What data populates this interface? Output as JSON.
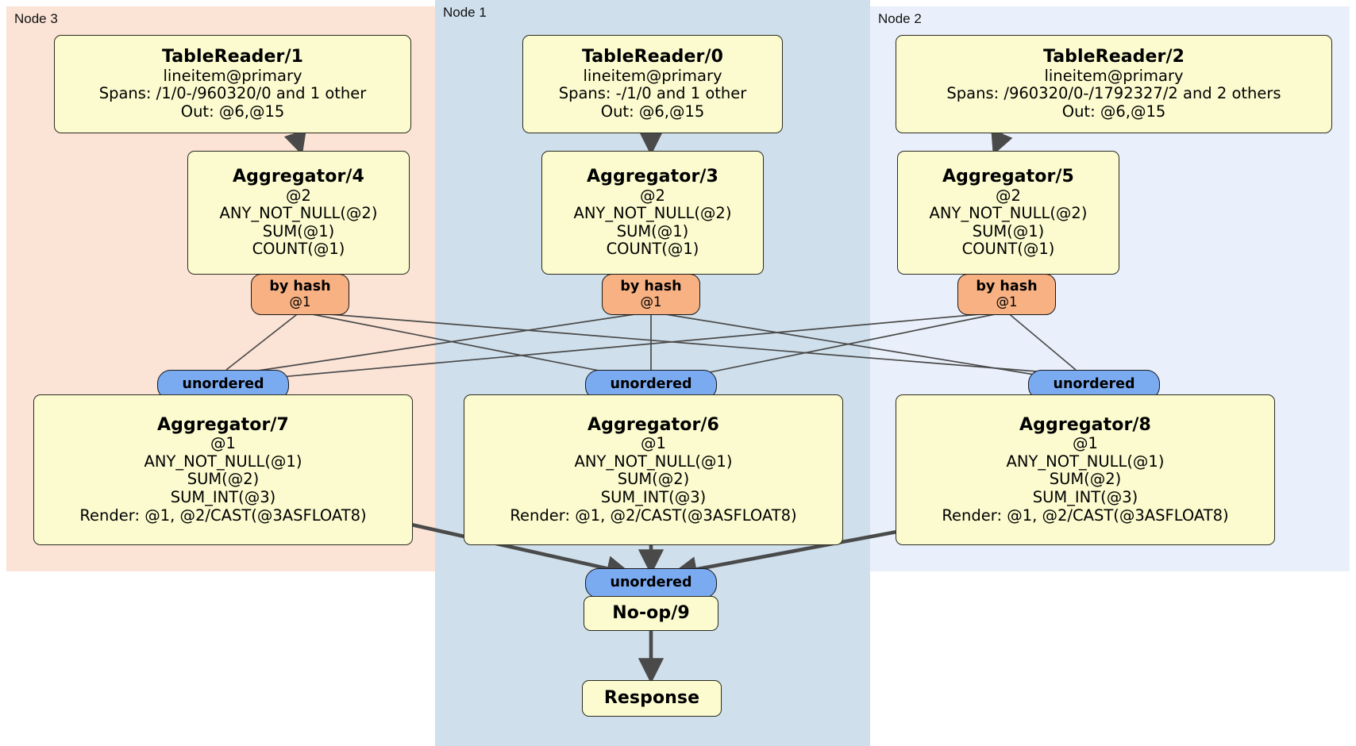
{
  "diagram": {
    "type": "distributed-query-plan",
    "colors": {
      "node3_bg": "#fbe3d6",
      "node1_bg": "#cfdfeb",
      "node2_bg": "#eaf0fb",
      "processor_box": "#fbfbcf",
      "hash_router": "#f7b183",
      "unordered_synchronizer": "#7aaaf0",
      "edge": "#4a4a4a"
    }
  },
  "regions": [
    {
      "id": "node3",
      "label": "Node 3"
    },
    {
      "id": "node1",
      "label": "Node 1"
    },
    {
      "id": "node2",
      "label": "Node 2"
    }
  ],
  "processors": {
    "table_reader_1": {
      "title": "TableReader/1",
      "lines": [
        "lineitem@primary",
        "Spans: /1/0-/960320/0 and 1 other",
        "Out: @6,@15"
      ]
    },
    "table_reader_0": {
      "title": "TableReader/0",
      "lines": [
        "lineitem@primary",
        "Spans: -/1/0 and 1 other",
        "Out: @6,@15"
      ]
    },
    "table_reader_2": {
      "title": "TableReader/2",
      "lines": [
        "lineitem@primary",
        "Spans: /960320/0-/1792327/2 and 2 others",
        "Out: @6,@15"
      ]
    },
    "aggregator_4": {
      "title": "Aggregator/4",
      "lines": [
        "@2",
        "ANY_NOT_NULL(@2)",
        "SUM(@1)",
        "COUNT(@1)"
      ]
    },
    "aggregator_3": {
      "title": "Aggregator/3",
      "lines": [
        "@2",
        "ANY_NOT_NULL(@2)",
        "SUM(@1)",
        "COUNT(@1)"
      ]
    },
    "aggregator_5": {
      "title": "Aggregator/5",
      "lines": [
        "@2",
        "ANY_NOT_NULL(@2)",
        "SUM(@1)",
        "COUNT(@1)"
      ]
    },
    "aggregator_7": {
      "title": "Aggregator/7",
      "lines": [
        "@1",
        "ANY_NOT_NULL(@1)",
        "SUM(@2)",
        "SUM_INT(@3)",
        "Render: @1, @2/CAST(@3ASFLOAT8)"
      ]
    },
    "aggregator_6": {
      "title": "Aggregator/6",
      "lines": [
        "@1",
        "ANY_NOT_NULL(@1)",
        "SUM(@2)",
        "SUM_INT(@3)",
        "Render: @1, @2/CAST(@3ASFLOAT8)"
      ]
    },
    "aggregator_8": {
      "title": "Aggregator/8",
      "lines": [
        "@1",
        "ANY_NOT_NULL(@1)",
        "SUM(@2)",
        "SUM_INT(@3)",
        "Render: @1, @2/CAST(@3ASFLOAT8)"
      ]
    },
    "noop_9": {
      "title": "No-op/9",
      "lines": []
    },
    "response": {
      "title": "Response",
      "lines": []
    }
  },
  "routers": {
    "by_hash_left": {
      "label": "by hash",
      "sublabel": "@1"
    },
    "by_hash_mid": {
      "label": "by hash",
      "sublabel": "@1"
    },
    "by_hash_right": {
      "label": "by hash",
      "sublabel": "@1"
    },
    "unordered_left": {
      "label": "unordered"
    },
    "unordered_mid": {
      "label": "unordered"
    },
    "unordered_right": {
      "label": "unordered"
    },
    "unordered_final": {
      "label": "unordered"
    }
  }
}
